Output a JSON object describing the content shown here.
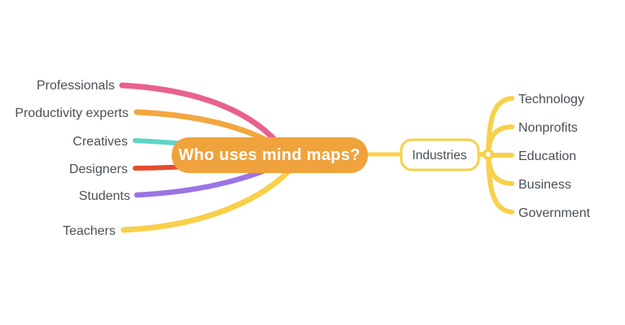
{
  "map_title": "Who uses mind maps?",
  "colors": {
    "background": "#FFFFFF",
    "center_node_bg": "#F0A23C",
    "center_node_text": "#FFFFFF",
    "label_text": "#4A5056",
    "branch_yellow": "#F8D04A",
    "sub_node_bg": "#FFFFFF",
    "sub_node_border": "#F8D04A"
  },
  "center_node": {
    "label": "Who uses mind maps?"
  },
  "left_branches": [
    {
      "label": "Professionals",
      "color": "#E8618C"
    },
    {
      "label": "Productivity experts",
      "color": "#F2A73F"
    },
    {
      "label": "Creatives",
      "color": "#5ED5C8"
    },
    {
      "label": "Designers",
      "color": "#E64B2E"
    },
    {
      "label": "Students",
      "color": "#9B74E4"
    },
    {
      "label": "Teachers",
      "color": "#F8D04A"
    }
  ],
  "right_branch": {
    "node_label": "Industries",
    "color": "#F8D04A",
    "children": [
      {
        "label": "Technology"
      },
      {
        "label": "Nonprofits"
      },
      {
        "label": "Education"
      },
      {
        "label": "Business"
      },
      {
        "label": "Government"
      }
    ]
  }
}
